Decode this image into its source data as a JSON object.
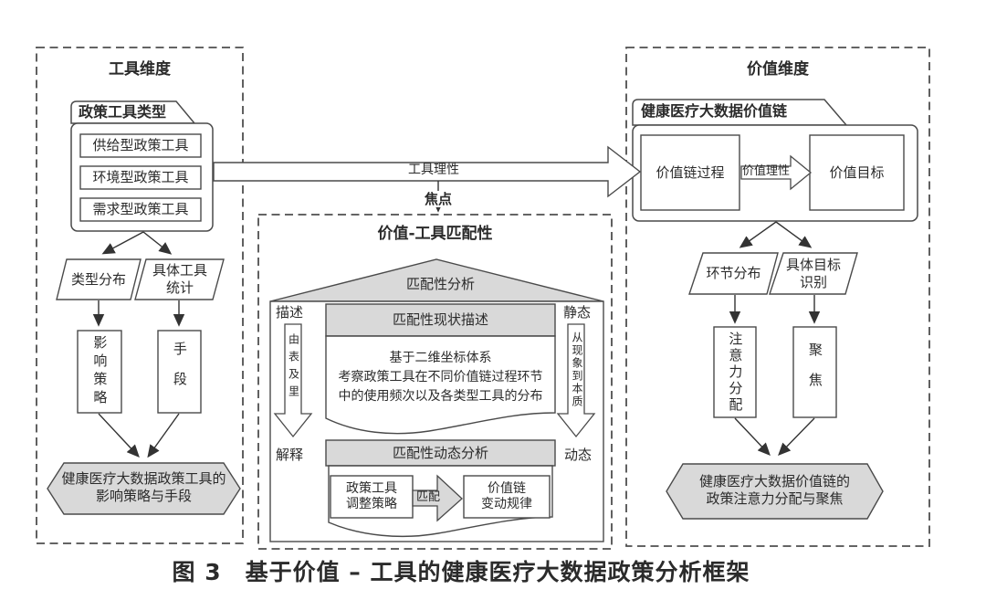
{
  "colors": {
    "fill_gray": "#d9d9d9",
    "stroke": "#4a4a4a",
    "text": "#2b2b2b"
  },
  "caption": "图 3　基于价值 – 工具的健康医疗大数据政策分析框架",
  "connector": {
    "tool_rationality": "工具理性",
    "focus": "焦点"
  },
  "left": {
    "title": "工具维度",
    "folder_label": "政策工具类型",
    "tools": [
      "供给型政策工具",
      "环境型政策工具",
      "需求型政策工具"
    ],
    "para1": "类型分布",
    "para2_line1": "具体工具",
    "para2_line2": "统计",
    "vbox1": "影响策略",
    "vbox2": "手段",
    "hex_line1": "健康医疗大数据政策工具的",
    "hex_line2": "影响策略与手段"
  },
  "middle": {
    "title": "价值-工具匹配性",
    "roof_label": "匹配性分析",
    "top_left": "描述",
    "top_right": "静态",
    "bottom_left": "解释",
    "bottom_right": "动态",
    "left_arrow_text": "由表及里",
    "right_arrow_text": "从现象到本质",
    "bar1": "匹配性现状描述",
    "doc1_line1": "基于二维坐标体系",
    "doc1_line2": "考察政策工具在不同价值链过程环节",
    "doc1_line3": "中的使用频次以及各类型工具的分布",
    "bar2": "匹配性动态分析",
    "box1_line1": "政策工具",
    "box1_line2": "调整策略",
    "match_arrow_label": "匹配",
    "box2_line1": "价值链",
    "box2_line2": "变动规律"
  },
  "right": {
    "title": "价值维度",
    "folder_label": "健康医疗大数据价值链",
    "box1": "价值链过程",
    "arrow_label": "价值理性",
    "box2": "价值目标",
    "para1": "环节分布",
    "para2_line1": "具体目标",
    "para2_line2": "识别",
    "vbox1": "注意力分配",
    "vbox2": "聚焦",
    "hex_line1": "健康医疗大数据价值链的",
    "hex_line2": "政策注意力分配与聚焦"
  }
}
